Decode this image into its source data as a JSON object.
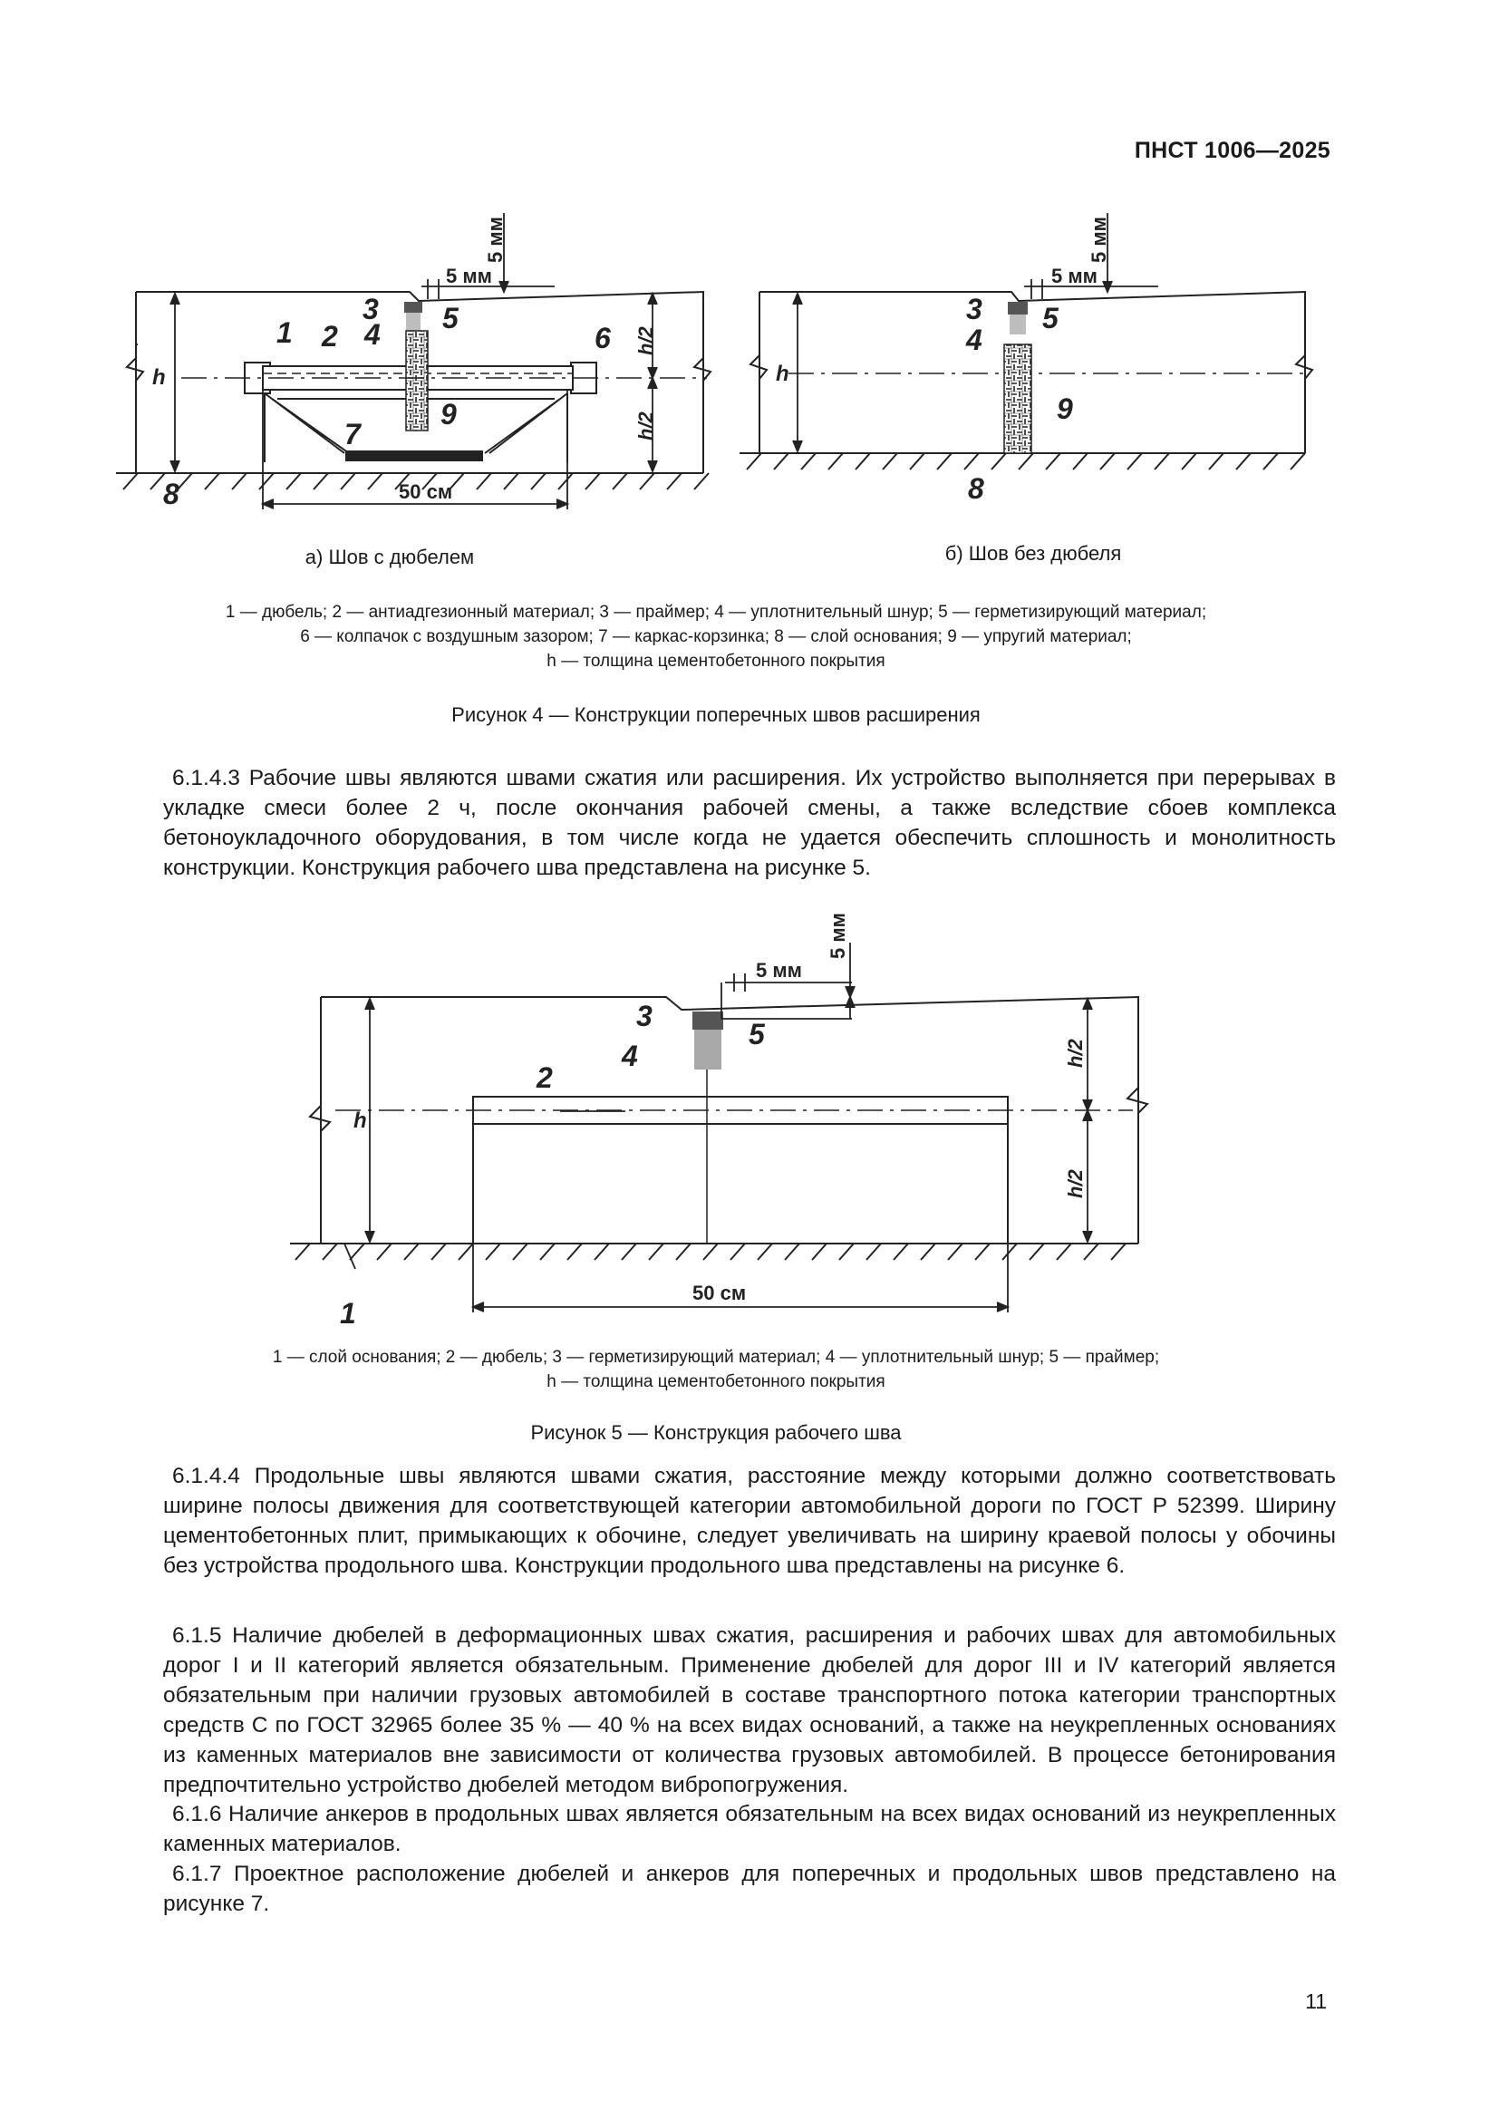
{
  "header": {
    "doc_id": "ПНСТ 1006—2025"
  },
  "figure4": {
    "panel_a": {
      "caption": "а) Шов с дюбелем",
      "labels": {
        "n1": "1",
        "n2": "2",
        "n3": "3",
        "n4": "4",
        "n5": "5",
        "n6": "6",
        "n7": "7",
        "n8": "8",
        "n9": "9"
      },
      "dims": {
        "gap": "5 мм",
        "depth": "5 мм",
        "h": "h",
        "half_top": "h/2",
        "half_bot": "h/2",
        "width": "50 см"
      }
    },
    "panel_b": {
      "caption": "б) Шов без дюбеля",
      "labels": {
        "n3": "3",
        "n4": "4",
        "n5": "5",
        "n8": "8",
        "n9": "9"
      },
      "dims": {
        "gap": "5 мм",
        "depth": "5 мм",
        "h": "h"
      }
    },
    "legend_line1": "1 — дюбель; 2 — антиадгезионный материал; 3 — праймер; 4 — уплотнительный шнур; 5 — герметизирующий материал;",
    "legend_line2": "6 — колпачок с воздушным зазором; 7 — каркас-корзинка; 8 — слой основания; 9 — упругий материал;",
    "legend_line3": "h — толщина цементобетонного покрытия",
    "caption": "Рисунок 4 — Конструкции поперечных швов расширения"
  },
  "para_6143": "6.1.4.3 Рабочие швы являются швами сжатия или расширения. Их устройство выполняется при перерывах в укладке смеси более 2 ч, после окончания рабочей смены, а также вследствие сбоев комплекса бетоноукладочного оборудования, в том числе когда не удается обеспечить сплошность и монолитность конструкции. Конструкция рабочего шва представлена на рисунке 5.",
  "figure5": {
    "labels": {
      "n1": "1",
      "n2": "2",
      "n3": "3",
      "n4": "4",
      "n5": "5"
    },
    "dims": {
      "gap": "5 мм",
      "depth": "5 мм",
      "h": "h",
      "half_top": "h/2",
      "half_bot": "h/2",
      "width": "50 см"
    },
    "legend_line1": "1 — слой основания; 2 — дюбель; 3 — герметизирующий материал; 4 — уплотнительный шнур; 5 — праймер;",
    "legend_line2": "h — толщина цементобетонного покрытия",
    "caption": "Рисунок 5 — Конструкция рабочего шва"
  },
  "para_6144": "6.1.4.4 Продольные швы являются швами сжатия, расстояние между которыми должно соответствовать ширине полосы движения для соответствующей категории автомобильной дороги по ГОСТ Р 52399. Ширину цементобетонных плит, примыкающих к обочине, следует увеличивать на ширину краевой полосы у обочины без устройства продольного шва. Конструкции продольного шва представлены на рисунке 6.",
  "para_615": "6.1.5 Наличие дюбелей в деформационных швах сжатия, расширения и рабочих швах для автомобильных дорог I и II категорий является обязательным. Применение дюбелей для дорог III и IV категорий является обязательным при наличии грузовых автомобилей в составе транспортного потока категории транспортных средств С по ГОСТ 32965 более 35 % — 40 % на всех видах оснований, а также на неукрепленных основаниях из каменных материалов вне зависимости от количества грузовых автомобилей. В процессе бетонирования предпочтительно устройство дюбелей методом вибропогружения.",
  "para_616": "6.1.6 Наличие анкеров в продольных швах является обязательным на всех видах оснований из неукрепленных каменных материалов.",
  "para_617": "6.1.7 Проектное расположение дюбелей и анкеров для поперечных и продольных швов представлено на рисунке 7.",
  "page_number": "11"
}
